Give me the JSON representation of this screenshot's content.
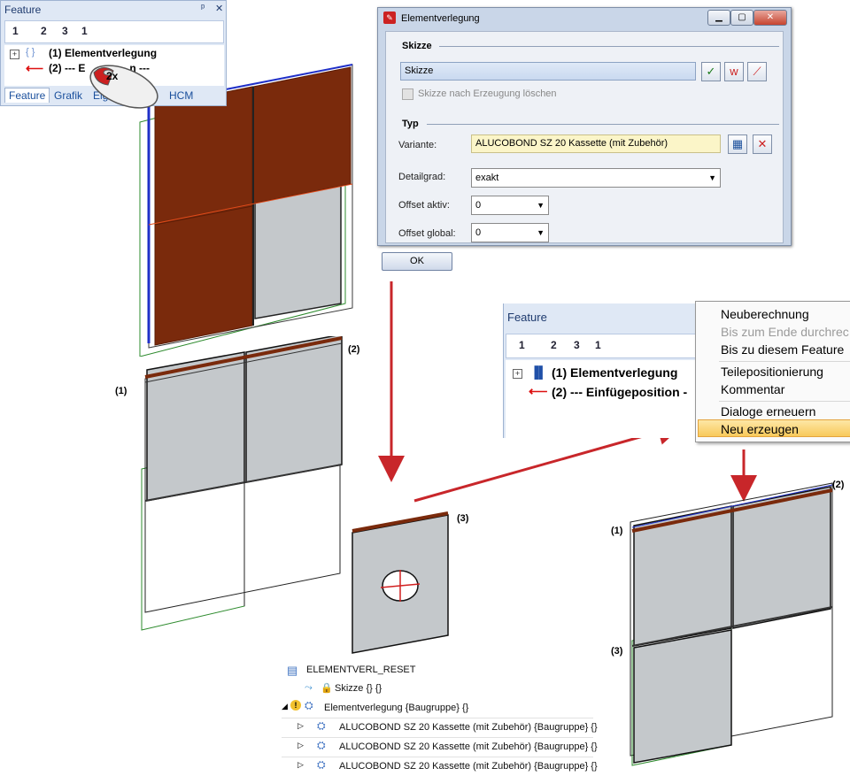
{
  "feature_panel_top": {
    "title": "Feature",
    "pin": "ᵖ",
    "close": "✕",
    "toolbar": [
      "1",
      "2",
      "3",
      "1"
    ],
    "tree": {
      "row1": "(1) Elementverlegung",
      "row2_prefix": "(2) --- E",
      "row2_suffix": "n ---"
    },
    "tabs": [
      "Feature",
      "Grafik",
      "Eigens",
      "HCM"
    ],
    "mouse_badge": "2x"
  },
  "dialog": {
    "title": "Elementverlegung",
    "buttons": {
      "minimize": "▁",
      "maximize": "▢",
      "close": "✕"
    },
    "skizze": {
      "group": "Skizze",
      "field": "Skizze",
      "checkbox": "Skizze nach Erzeugung löschen"
    },
    "typ": {
      "group": "Typ",
      "variante_label": "Variante:",
      "variante_value": "ALUCOBOND SZ 20 Kassette (mit Zubehör)",
      "detailgrad_label": "Detailgrad:",
      "detailgrad_value": "exakt",
      "offset_aktiv_label": "Offset aktiv:",
      "offset_aktiv_value": "0",
      "offset_global_label": "Offset global:",
      "offset_global_value": "0"
    },
    "ok": "OK"
  },
  "feature_panel_2": {
    "title": "Feature",
    "toolbar": [
      "1",
      "2",
      "3",
      "1"
    ],
    "row1": "(1) Elementverlegung",
    "row2": "(2) --- Einfügeposition -"
  },
  "context_menu": {
    "items": [
      "Neuberechnung",
      "Bis zum Ende durchrec",
      "Bis zu diesem Feature",
      "Teilepositionierung",
      "Kommentar",
      "Dialoge erneuern",
      "Neu erzeugen"
    ]
  },
  "captions": {
    "c1_left": "(1)",
    "c2_left": "(2)",
    "c3_mid": "(3)",
    "c1_right": "(1)",
    "c2_right": "(2)",
    "c3_right": "(3)"
  },
  "bottom_tree": {
    "root": "ELEMENTVERL_RESET",
    "skizze": "Skizze {} {}",
    "group": "Elementverlegung {Baugruppe} {}",
    "items": [
      "ALUCOBOND SZ 20 Kassette (mit Zubehör) {Baugruppe} {}",
      "ALUCOBOND SZ 20 Kassette (mit Zubehör) {Baugruppe} {}",
      "ALUCOBOND SZ 20 Kassette (mit Zubehör) {Baugruppe} {}"
    ]
  },
  "colors": {
    "panel_rust": "#7a2a0c",
    "panel_grey": "#c4c8cb",
    "arrow_red": "#c8262a",
    "highlight": "#f8c95a"
  }
}
